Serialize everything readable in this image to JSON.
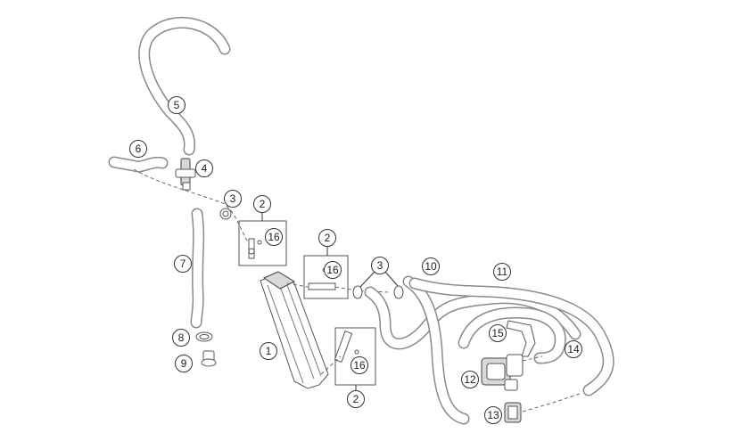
{
  "callouts": {
    "c1": "1",
    "c2a": "2",
    "c2b": "2",
    "c2c": "2",
    "c3a": "3",
    "c3b": "3",
    "c4": "4",
    "c5": "5",
    "c6": "6",
    "c7": "7",
    "c8": "8",
    "c9": "9",
    "c10": "10",
    "c11": "11",
    "c12": "12",
    "c13": "13",
    "c14": "14",
    "c15": "15",
    "c16a": "16",
    "c16b": "16",
    "c16c": "16"
  }
}
